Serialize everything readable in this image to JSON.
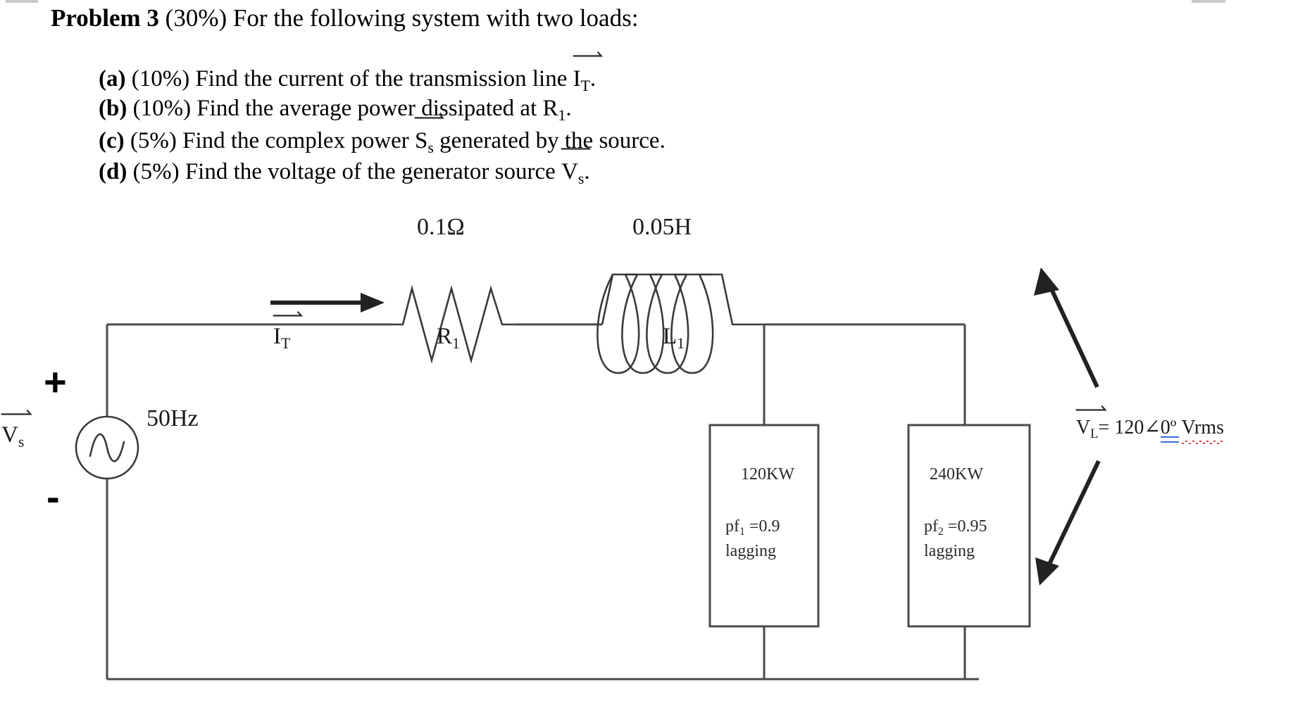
{
  "document": {
    "problem_label": "Problem 3",
    "problem_weight": "(30%)",
    "problem_intro": "For the following system with two loads:",
    "parts": [
      {
        "tag": "(a)",
        "weight": "(10%)",
        "text_before": "Find the current of the transmission line",
        "symbol": "I",
        "symbol_sub": "T",
        "text_after": "."
      },
      {
        "tag": "(b)",
        "weight": "(10%)",
        "text_before": "Find the average power dissipated at",
        "symbol": "R",
        "symbol_sub": "1",
        "text_after": "."
      },
      {
        "tag": "(c)",
        "weight": "(5%)",
        "text_before": "Find the complex power",
        "symbol": "S",
        "symbol_sub": "s",
        "text_after": "generated by the source."
      },
      {
        "tag": "(d)",
        "weight": "(5%)",
        "text_before": "Find the voltage of the generator source",
        "symbol": "V",
        "symbol_sub": "s",
        "text_after": "."
      }
    ]
  },
  "circuit": {
    "title": "Two-load AC power system",
    "source": {
      "name": "ac-voltage-source",
      "symbol_label_base": "V",
      "symbol_label_sub": "s",
      "frequency": "50Hz",
      "plus": "+",
      "minus": "-"
    },
    "resistor": {
      "value": "0.1Ω",
      "label_base": "R",
      "label_sub": "1"
    },
    "inductor": {
      "value": "0.05H",
      "label_base": "L",
      "label_sub": "1"
    },
    "current": {
      "label_base": "I",
      "label_sub": "T"
    },
    "loads": [
      {
        "power": "120KW",
        "pf_base": "pf",
        "pf_sub": "1",
        "pf_value": "=0.9",
        "pf_mode": "lagging"
      },
      {
        "power": "240KW",
        "pf_base": "pf",
        "pf_sub": "2",
        "pf_value": "=0.95",
        "pf_mode": "lagging"
      }
    ],
    "load_voltage": {
      "symbol_base": "V",
      "symbol_sub": "L",
      "equals": "= 120",
      "angle_glyph": "∠",
      "angle_value": "0º",
      "unit": "Vrms"
    }
  },
  "colors": {
    "wire": "#4a4a4a",
    "component": "#3a3a3a",
    "text": "#000000",
    "arrow": "#222222",
    "spelling_error": "#e03030",
    "grammar_error": "#3b6fd4",
    "background": "#ffffff"
  }
}
